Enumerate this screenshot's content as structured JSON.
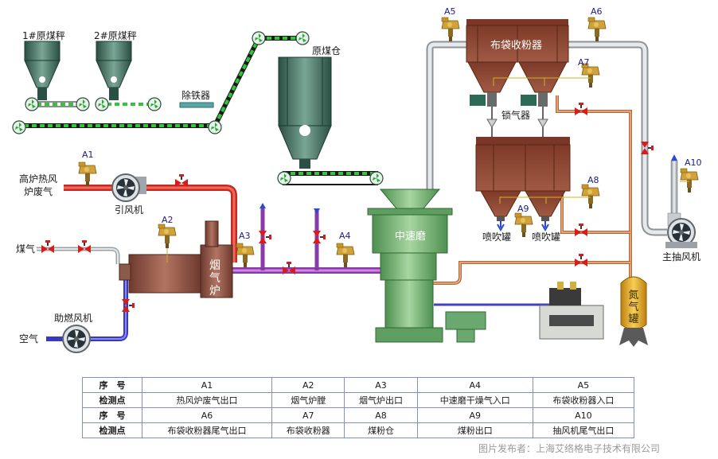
{
  "labels": {
    "scale1": "1#原煤秤",
    "scale2": "2#原煤秤",
    "raw_bin": "原煤仓",
    "iron_remover": "除铁器",
    "baghouse": "布袋收粉器",
    "lock_valve": "锁气器",
    "blast_gas_1": "高炉热风",
    "blast_gas_2": "炉废气",
    "induced_fan": "引风机",
    "coal_gas": "煤气",
    "air": "空气",
    "comb_fan": "助燃风机",
    "flue_furnace": "烟气炉",
    "mill": "中速磨",
    "spray_tank_1": "喷吹罐",
    "spray_tank_2": "喷吹罐",
    "main_fan": "主抽风机",
    "n2_tank": "氮气罐"
  },
  "sensors": [
    "A1",
    "A2",
    "A3",
    "A4",
    "A5",
    "A6",
    "A7",
    "A8",
    "A9",
    "A10"
  ],
  "legend": {
    "rows": [
      {
        "head": "序　号",
        "cells": [
          "A1",
          "A2",
          "A3",
          "A4",
          "A5"
        ]
      },
      {
        "head": "检测点",
        "cells": [
          "热风炉废气出口",
          "烟气炉膛",
          "烟气炉出口",
          "中速磨干燥气入口",
          "布袋收粉器入口"
        ]
      },
      {
        "head": "序　号",
        "cells": [
          "A6",
          "A7",
          "A8",
          "A9",
          "A10"
        ]
      },
      {
        "head": "检测点",
        "cells": [
          "布袋收粉器尾气出口",
          "布袋收粉器",
          "煤粉仓",
          "煤粉出口",
          "抽风机尾气出口"
        ]
      }
    ]
  },
  "credit": "图片发布者：上海艾络格电子技术有限公司",
  "colors": {
    "hot_gas": "#d93a2e",
    "flue_gas": "#a44fbf",
    "exhaust": "#e0a070",
    "air": "#4a4acf",
    "steel": "#b8bcc0",
    "equipment_dark": "#2f5a4a",
    "furnace": "#8a4a3a",
    "bin_brown": "#8c4632",
    "mill_green": "#7dbb7d",
    "tank_gold": "#d8a020",
    "valve": "#d02020",
    "conveyor": "#32c43a"
  }
}
